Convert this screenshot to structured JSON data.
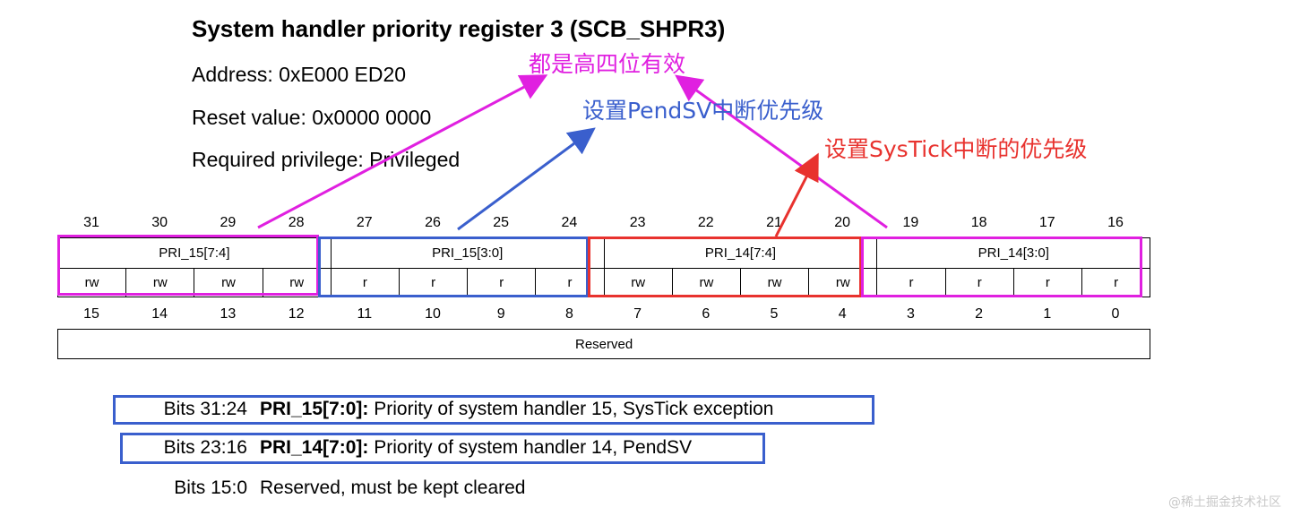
{
  "header": {
    "title": "System handler priority register 3 (SCB_SHPR3)",
    "address": "Address: 0xE000 ED20",
    "reset": "Reset value: 0x0000 0000",
    "privilege": "Required privilege: Privileged"
  },
  "annotations": {
    "top4": "都是高四位有效",
    "pendsv": "设置PendSV中断优先级",
    "systick": "设置SysTick中断的优先级",
    "colors": {
      "magenta": "#e020e0",
      "blue": "#3a5fcd",
      "red": "#e8322e"
    }
  },
  "register": {
    "upper_bits": [
      "31",
      "30",
      "29",
      "28",
      "27",
      "26",
      "25",
      "24",
      "23",
      "22",
      "21",
      "20",
      "19",
      "18",
      "17",
      "16"
    ],
    "lower_bits": [
      "15",
      "14",
      "13",
      "12",
      "11",
      "10",
      "9",
      "8",
      "7",
      "6",
      "5",
      "4",
      "3",
      "2",
      "1",
      "0"
    ],
    "fields": [
      "PRI_15[7:4]",
      "PRI_15[3:0]",
      "PRI_14[7:4]",
      "PRI_14[3:0]"
    ],
    "access": [
      "rw",
      "rw",
      "rw",
      "rw",
      "r",
      "r",
      "r",
      "r",
      "rw",
      "rw",
      "rw",
      "rw",
      "r",
      "r",
      "r",
      "r"
    ],
    "reserved": "Reserved"
  },
  "bits": [
    {
      "range": "Bits 31:24",
      "name": "PRI_15[7:0]:",
      "desc": "Priority of system handler 15, SysTick exception"
    },
    {
      "range": "Bits 23:16",
      "name": "PRI_14[7:0]:",
      "desc": "Priority of system handler 14, PendSV"
    },
    {
      "range": "Bits 15:0",
      "name": "",
      "desc": "Reserved, must be kept cleared"
    }
  ],
  "watermark": "@稀土掘金技术社区"
}
